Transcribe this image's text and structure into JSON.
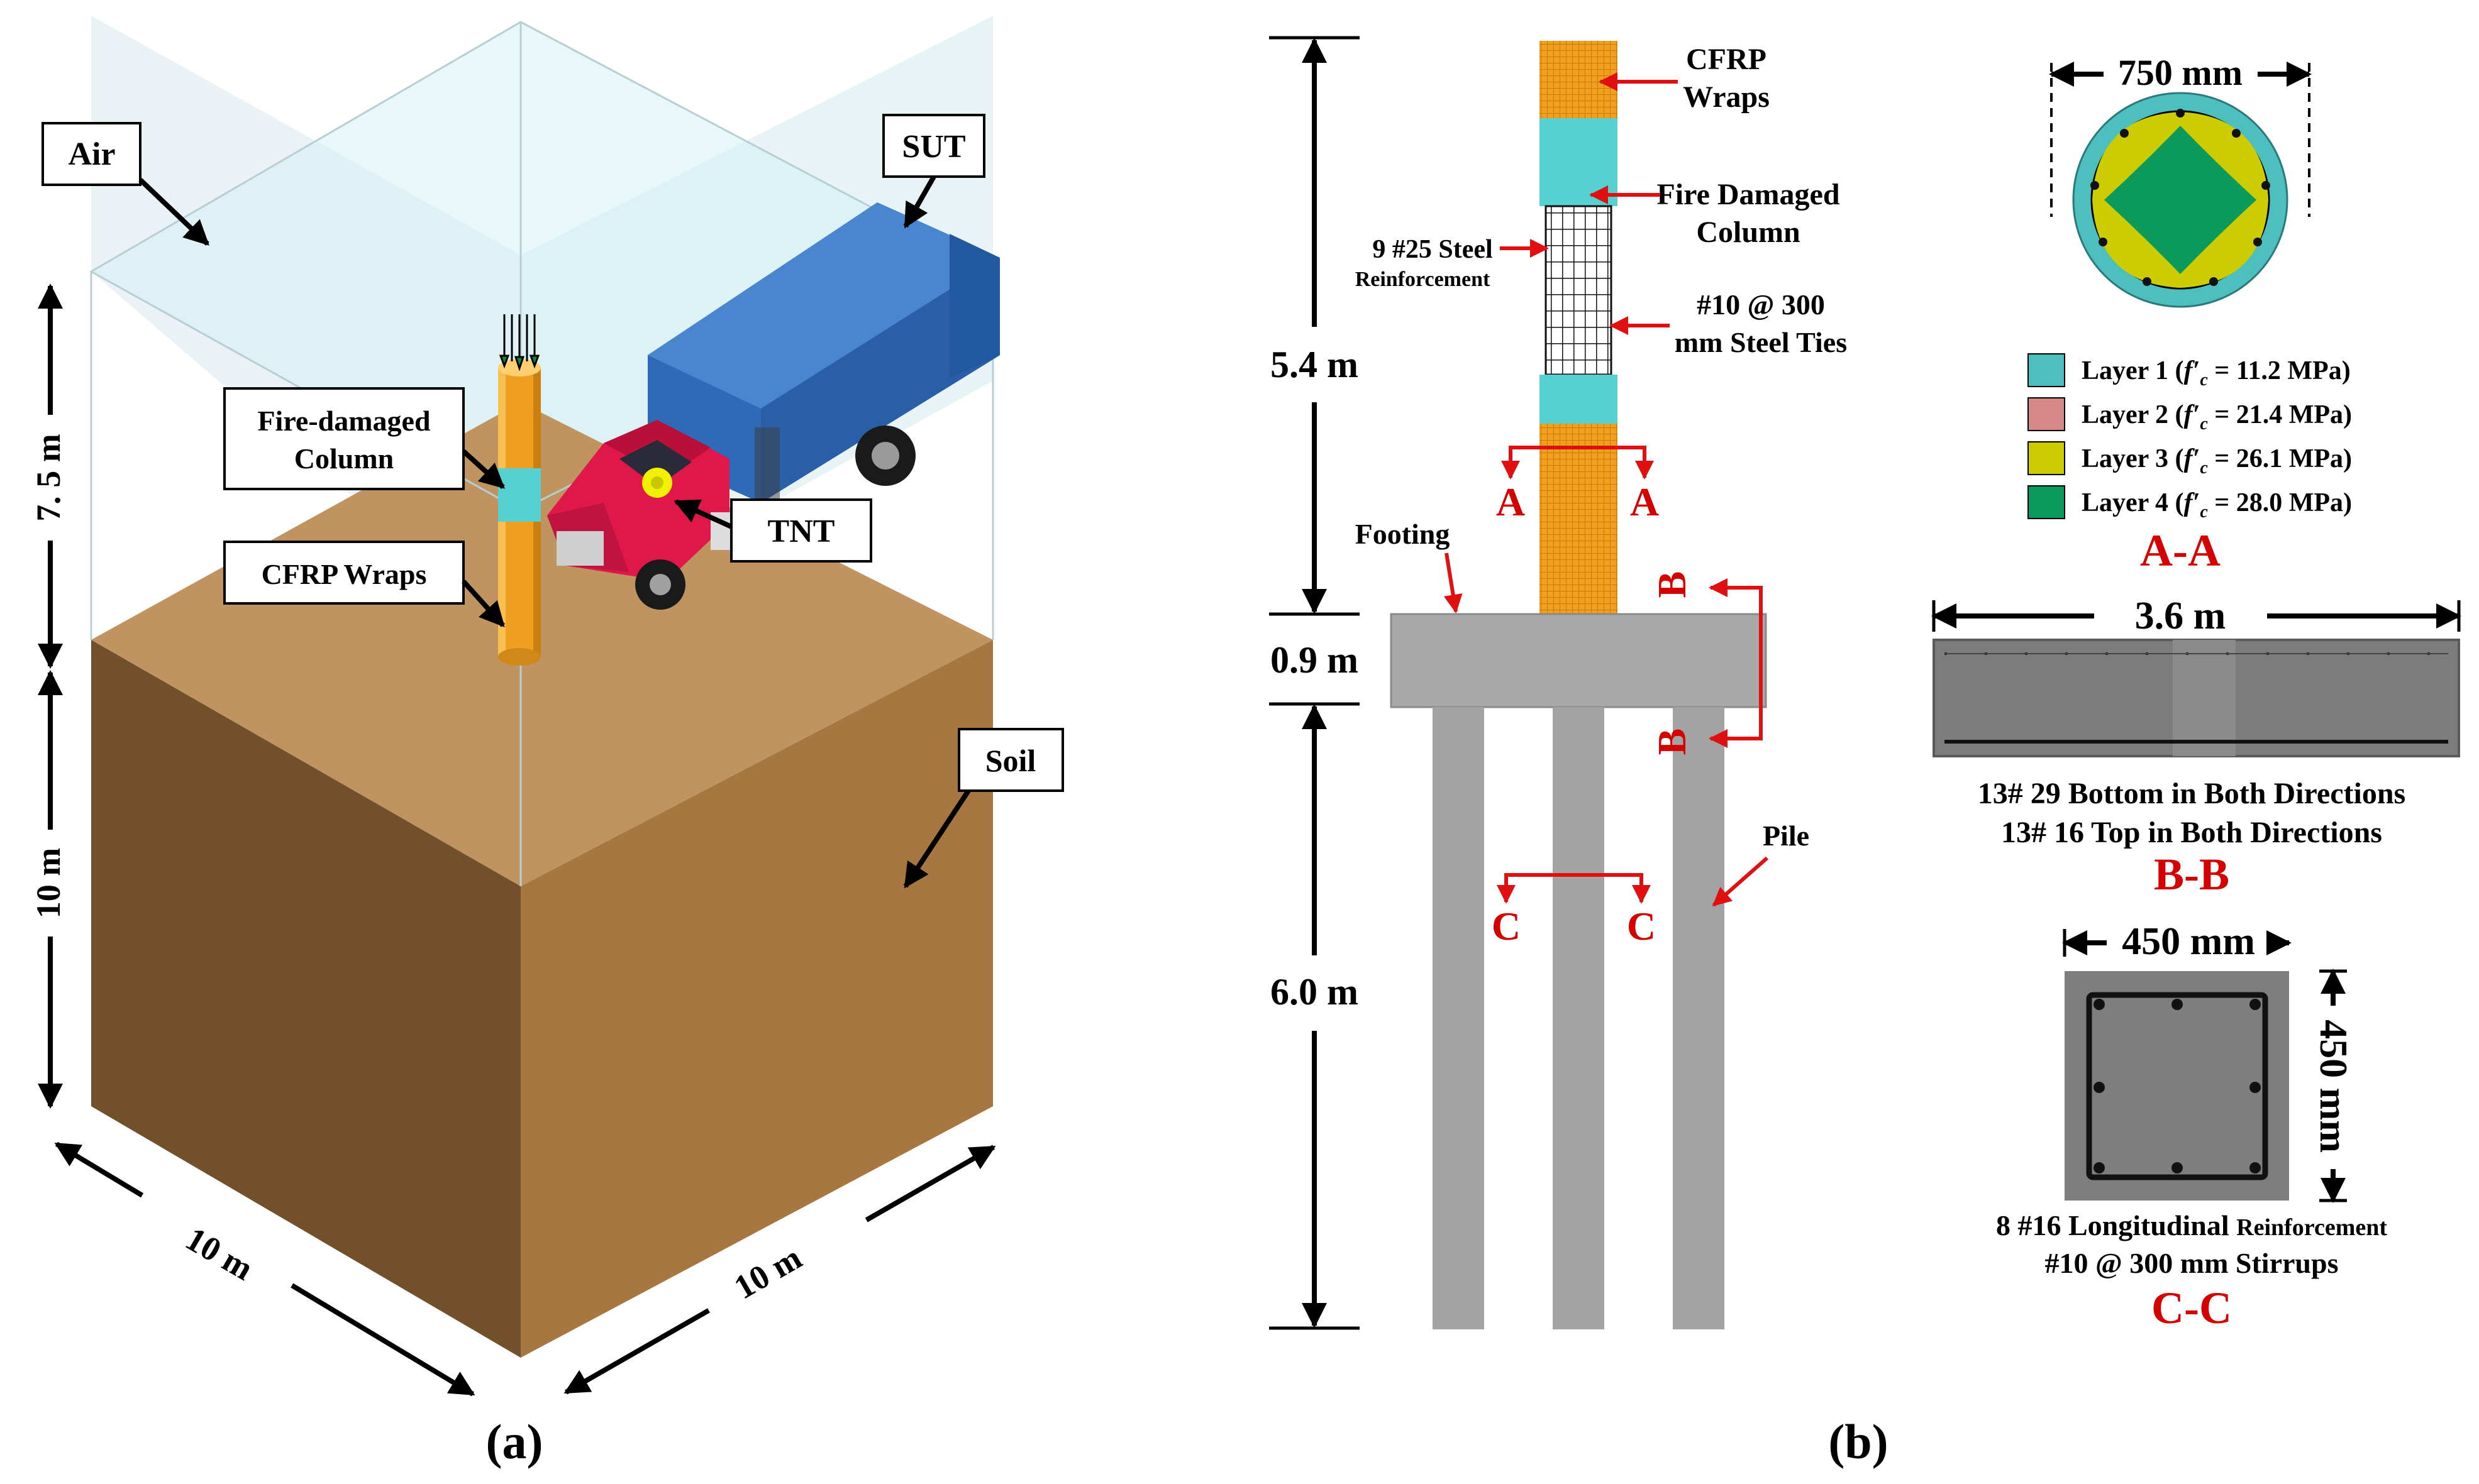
{
  "panel_a": {
    "caption": "(a)",
    "labels": {
      "air": "Air",
      "sut": "SUT",
      "fire_damaged_line1": "Fire-damaged",
      "fire_damaged_line2": "Column",
      "tnt": "TNT",
      "cfrp_wraps": "CFRP Wraps",
      "soil": "Soil"
    },
    "dimensions": {
      "air_height": "7. 5 m",
      "soil_depth": "10 m",
      "width_left": "10 m",
      "width_right": "10 m"
    }
  },
  "panel_b": {
    "caption": "(b)",
    "labels": {
      "cfrp_line1": "CFRP",
      "cfrp_line2": "Wraps",
      "fire_line1": "Fire Damaged",
      "fire_line2": "Column",
      "steel_line1": "9 #25 Steel",
      "steel_line2": "Reinforcement",
      "ties_line1": "#10 @ 300",
      "ties_line2": "mm Steel Ties",
      "footing": "Footing",
      "pile": "Pile"
    },
    "dimensions": {
      "column_height": "5.4 m",
      "footing_thickness": "0.9 m",
      "pile_length": "6.0 m"
    },
    "section_marks": {
      "a": "A",
      "b": "B",
      "c": "C"
    }
  },
  "section_aa": {
    "title": "A-A",
    "diameter": "750 mm",
    "legend": [
      {
        "name": "Layer 1",
        "value": "11.2 MPa",
        "color": "#4dbfbf"
      },
      {
        "name": "Layer 2",
        "value": "21.4 MPa",
        "color": "#d98888"
      },
      {
        "name": "Layer 3",
        "value": "26.1 MPa",
        "color": "#cccc00"
      },
      {
        "name": "Layer 4",
        "value": "28.0 MPa",
        "color": "#0a9a5c"
      }
    ],
    "fc_symbol": "f′",
    "fc_sub": "c",
    "equals": "="
  },
  "section_bb": {
    "title": "B-B",
    "width": "3.6 m",
    "note_line1": "13# 29 Bottom in Both Directions",
    "note_line2": "13# 16 Top in Both Directions"
  },
  "section_cc": {
    "title": "C-C",
    "width": "450 mm",
    "height": "450 mm",
    "note_line1_a": "8 #16 Longitudinal ",
    "note_line1_b": "Reinforcement",
    "note_line2": "#10 @ 300 mm Stirrups"
  },
  "colors": {
    "soil_top": "#c09460",
    "soil_left": "#72502c",
    "soil_right": "#a77742",
    "column_orange": "#f0a020",
    "fire_zone": "#56d0d0",
    "truck_red": "#e0184a",
    "trailer_blue": "#2e6ab8",
    "section_red": "#d40000"
  }
}
